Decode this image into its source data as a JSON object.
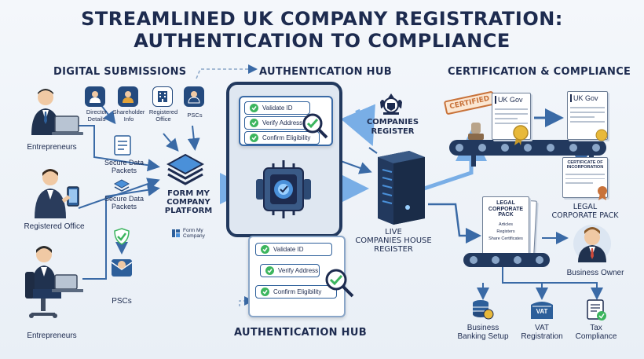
{
  "title": {
    "line1": "STREAMLINED UK COMPANY REGISTRATION:",
    "line2": "AUTHENTICATION TO COMPLIANCE"
  },
  "sections": {
    "digital_submissions": "DIGITAL SUBMISSIONS",
    "authentication_hub": "AUTHENTICATION HUB",
    "certification": "CERTIFICATION & COMPLIANCE",
    "authentication_hub_bottom": "AUTHENTICATION HUB"
  },
  "actors": {
    "entrepreneurs_top": "Entrepreneurs",
    "registered_office": "Registered Office",
    "entrepreneurs_bottom": "Entrepreneurs",
    "pscs": "PSCs"
  },
  "submission_icons": [
    {
      "label_1": "Director",
      "label_2": "Details",
      "icon": "director-icon"
    },
    {
      "label_1": "Shareholder",
      "label_2": "Info",
      "icon": "shareholder-icon"
    },
    {
      "label_1": "Registered",
      "label_2": "Office",
      "icon": "office-icon"
    },
    {
      "label_1": "PSCs",
      "label_2": "",
      "icon": "pscs-icon"
    }
  ],
  "packets": {
    "secure_1_line1": "Secure Data",
    "secure_1_line2": "Packets",
    "secure_2_line1": "Secure Data",
    "secure_2_line2": "Packets"
  },
  "platform": {
    "name_line1": "FORM MY",
    "name_line2": "COMPANY",
    "name_line3": "PLATFORM",
    "small_logo_line1": "Form My",
    "small_logo_line2": "Company"
  },
  "checks_top": [
    "Validate ID",
    "Verify Address",
    "Confirm Eligibility"
  ],
  "checks_bottom": [
    "Validate ID",
    "Verify Address",
    "Confirm Eligibility"
  ],
  "companies_register": {
    "line1": "COMPANIES",
    "line2": "REGISTER"
  },
  "live_register": {
    "line1": "LIVE",
    "line2": "COMPANIES HOUSE",
    "line3": "REGISTER"
  },
  "certification": {
    "stamp": "CERTIFIED",
    "uk_gov_1": "UK Gov",
    "uk_gov_2": "UK Gov",
    "certificate_line1": "CERTIFICATE OF",
    "certificate_line2": "INCORPORATION",
    "legal_pack_label_1": "LEGAL",
    "legal_pack_label_2": "CORPORATE PACK"
  },
  "legal_pack_doc": {
    "title_1": "LEGAL",
    "title_2": "CORPORATE",
    "title_3": "PACK",
    "items": [
      "Articles",
      "Registers",
      "Share Certificates"
    ]
  },
  "business_owner": "Business Owner",
  "services": [
    {
      "line1": "Business",
      "line2": "Banking Setup",
      "icon": "banking-icon"
    },
    {
      "line1": "VAT",
      "line2": "Registration",
      "icon": "vat-icon",
      "badge": "VAT"
    },
    {
      "line1": "Tax",
      "line2": "Compliance",
      "icon": "tax-icon"
    }
  ],
  "colors": {
    "navy": "#1d2b4f",
    "accent_blue": "#2d5f9a",
    "green_check": "#3cb55e",
    "arrow_blue": "#4a90d9"
  }
}
